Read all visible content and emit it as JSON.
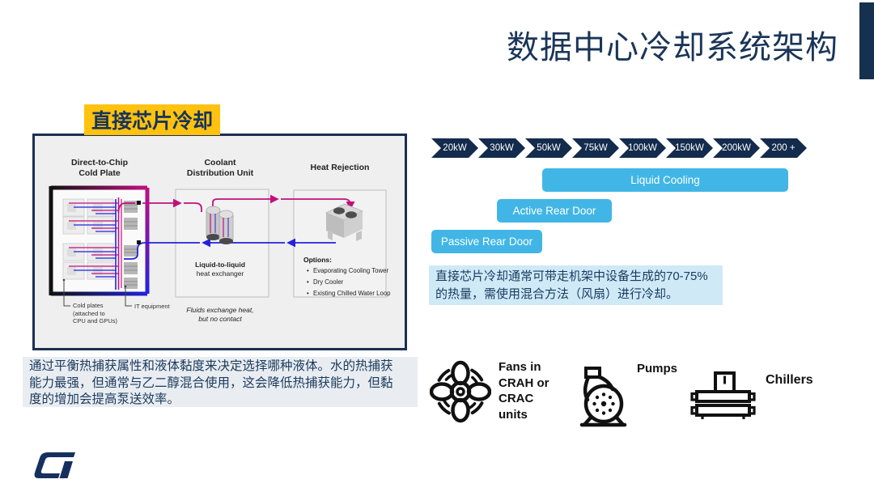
{
  "title": "数据中心冷却系统架构",
  "section_label": "直接芯片冷却",
  "diagram": {
    "col1_title_l1": "Direct-to-Chip",
    "col1_title_l2": "Cold Plate",
    "col2_title_l1": "Coolant",
    "col2_title_l2": "Distribution Unit",
    "col3_title": "Heat Rejection",
    "cold_plates_label": [
      "Cold plates",
      "(attached to",
      "CPU and GPUs)"
    ],
    "it_equipment_label": "IT equipment",
    "hx_label_l1": "Liquid-to-liquid",
    "hx_label_l2": "heat exchanger",
    "fluids_note_l1": "Fluids exchange heat,",
    "fluids_note_l2": "but no contact",
    "options_title": "Options:",
    "options": [
      "Evaporating Cooling Tower",
      "Dry Cooler",
      "Existing Chilled Water Loop"
    ]
  },
  "power_scale": [
    "20kW",
    "30kW",
    "50kW",
    "75kW",
    "100kW",
    "150kW",
    "200kW",
    "200 +"
  ],
  "bars": {
    "liquid": "Liquid Cooling",
    "active": "Active Rear Door",
    "passive": "Passive Rear Door"
  },
  "right_note": [
    "直接芯片冷却通常可带走机架中设备生成的70-75%",
    "的热量，需使用混合方法（风扇）进行冷却。"
  ],
  "left_note": [
    "通过平衡热捕获属性和液体黏度来决定选择哪种液体。水的热捕获",
    "能力最强，但通常与乙二醇混合使用，这会降低热捕获能力，但黏",
    "度的增加会提高泵送效率。"
  ],
  "equipment": {
    "fans_label": [
      "Fans in",
      "CRAH or",
      "CRAC",
      "units"
    ],
    "pumps_label": "Pumps",
    "chillers_label": "Chillers"
  },
  "colors": {
    "navy": "#16304f",
    "chevron_navy": "#132b4d",
    "bar_blue": "#41b6e6",
    "label_yellow": "#ffc20e",
    "pipe_magenta": "#c0107e",
    "pipe_blue": "#2222dd",
    "right_note_bg": "#cfe9f7",
    "left_note_bg": "#e9edf2",
    "diagram_bg": "#efefef"
  }
}
